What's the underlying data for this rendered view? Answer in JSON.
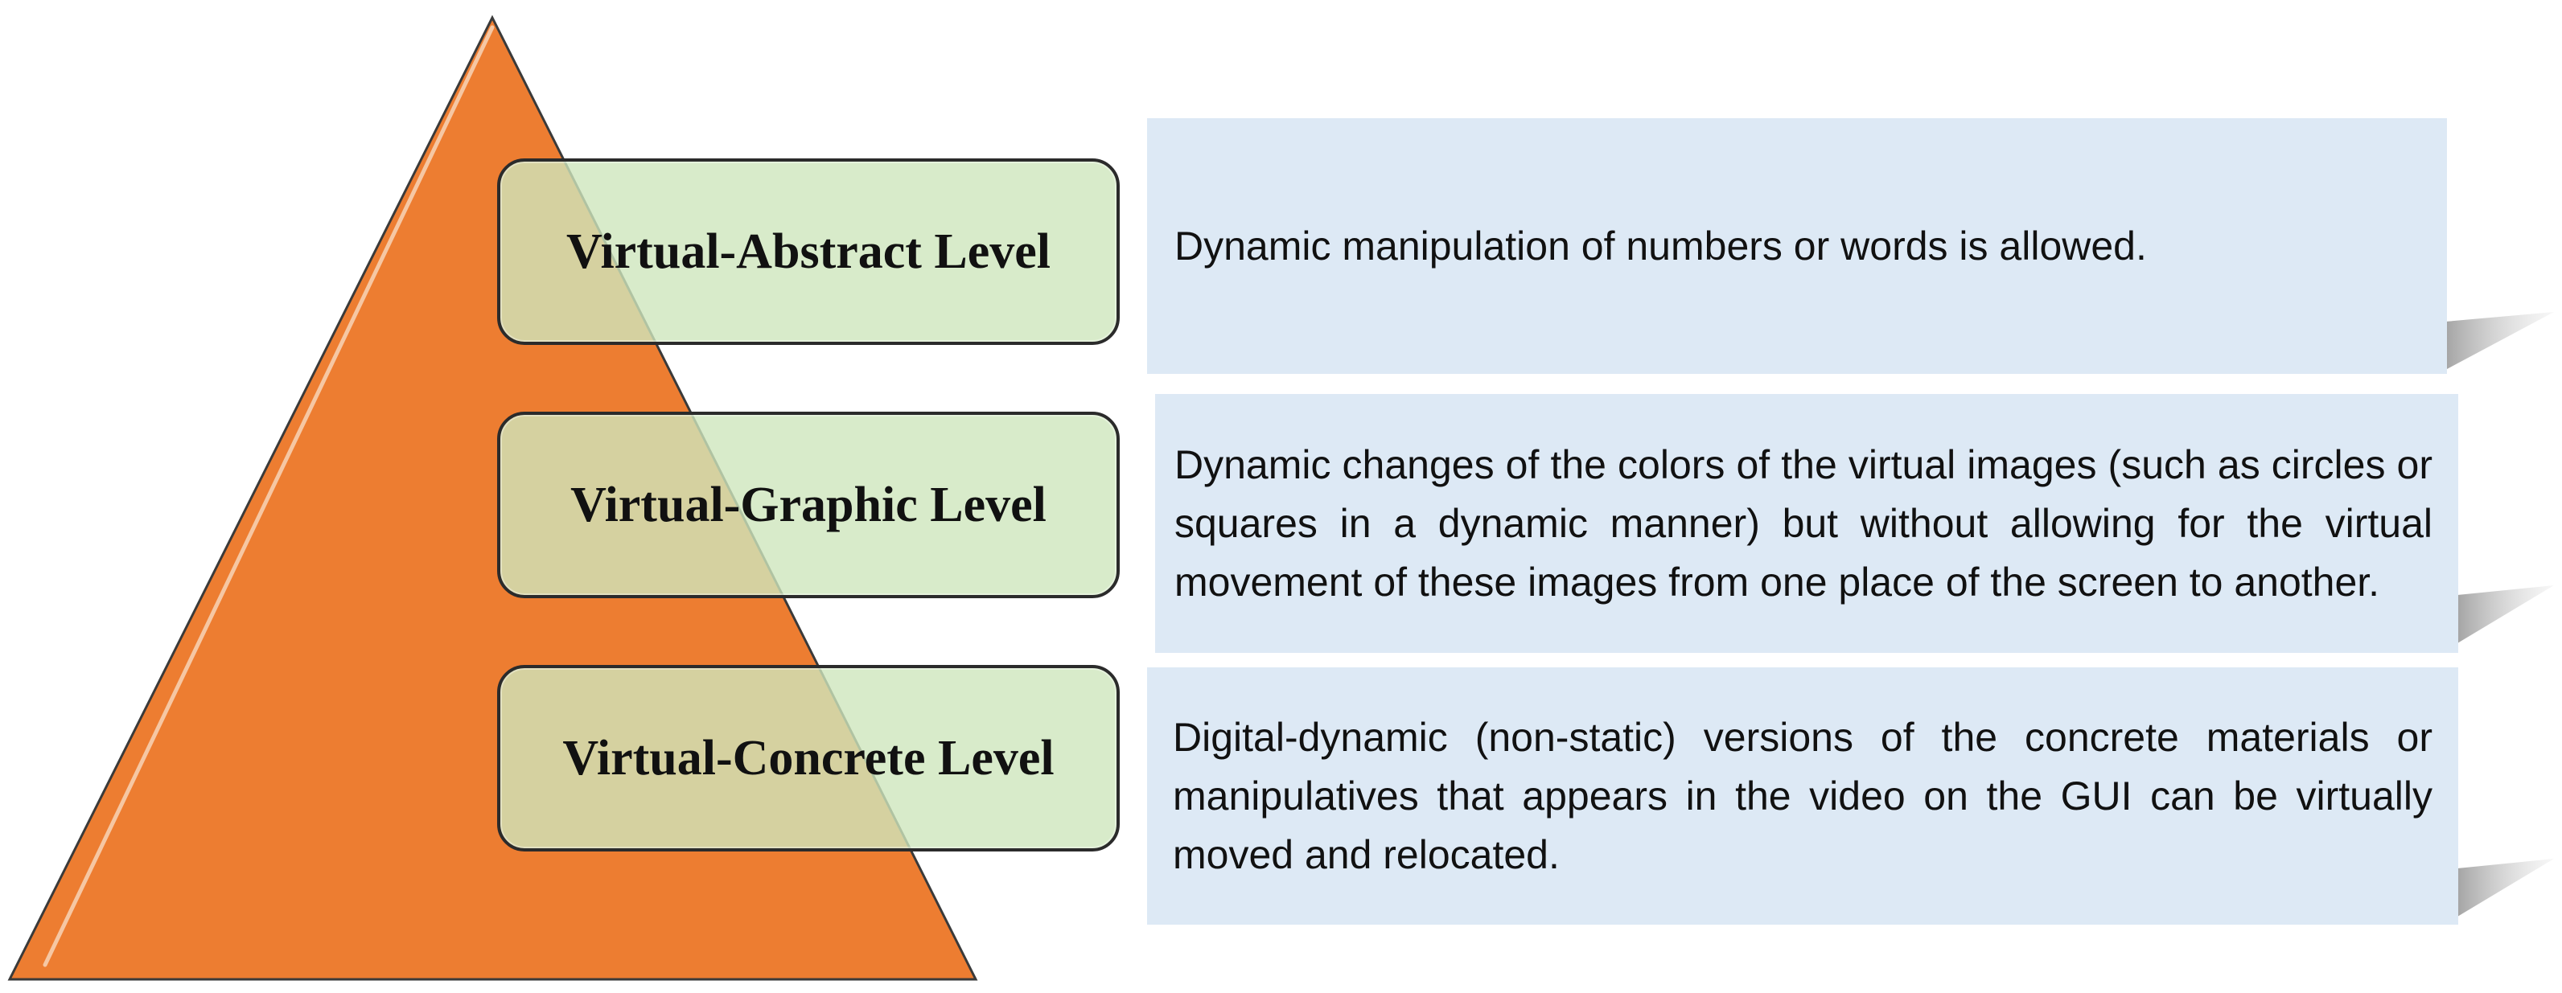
{
  "levels": [
    {
      "label": "Virtual-Abstract Level",
      "description": "Dynamic manipulation of numbers or words is allowed."
    },
    {
      "label": "Virtual-Graphic Level",
      "description": "Dynamic changes of the colors of the virtual images (such as circles or squares in a dynamic manner) but without allowing for the virtual movement of these images from one place of the screen to another."
    },
    {
      "label": "Virtual-Concrete Level",
      "description": "Digital-dynamic (non-static) versions of the concrete materials or manipulatives that appears in the video on the GUI can be virtually moved and relocated."
    }
  ],
  "colors": {
    "pyramid": "#ed7d31",
    "level_box": "#cee6bd",
    "description_box": "#dde9f5",
    "border": "#2b2b2b"
  }
}
